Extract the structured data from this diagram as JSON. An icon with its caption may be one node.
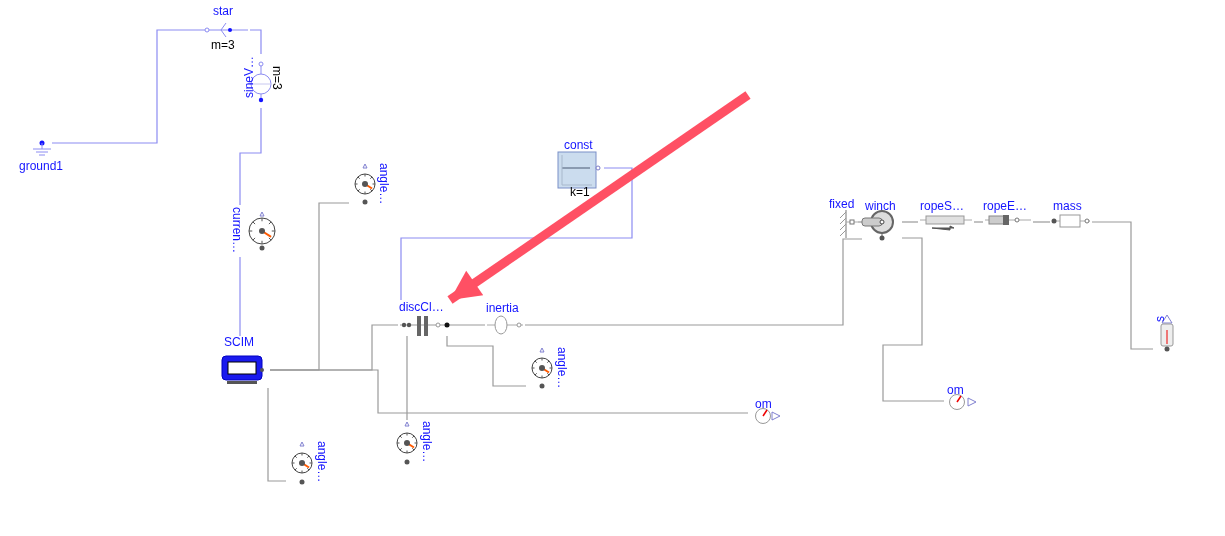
{
  "diagram": {
    "nodes": [
      {
        "text": [
          "star",
          "m=3"
        ]
      },
      {
        "text": [
          "sineV…",
          "m=3"
        ]
      },
      {
        "text": [
          "ground1"
        ]
      },
      {
        "text": [
          "curren…"
        ]
      },
      {
        "text": [
          "angle…"
        ]
      },
      {
        "text": [
          "const",
          "k=1"
        ]
      },
      {
        "text": [
          "SCIM"
        ]
      },
      {
        "text": [
          "discCl…"
        ]
      },
      {
        "text": [
          "inertia"
        ]
      },
      {
        "text": [
          "angle…"
        ]
      },
      {
        "text": [
          "angle…"
        ]
      },
      {
        "text": [
          "om"
        ]
      },
      {
        "text": [
          "angle…"
        ]
      },
      {
        "text": [
          "fixed"
        ]
      },
      {
        "text": [
          "winch"
        ]
      },
      {
        "text": [
          "ropeS…"
        ]
      },
      {
        "text": [
          "ropeE…"
        ]
      },
      {
        "text": [
          "mass"
        ]
      },
      {
        "text": [
          "s"
        ]
      },
      {
        "text": [
          "om"
        ]
      }
    ],
    "edges": [
      {
        "from": 2,
        "to": 0,
        "arrow": "none",
        "color": "#8c8cf2"
      },
      {
        "from": 0,
        "to": 1,
        "arrow": "none",
        "color": "#8c8cf2"
      },
      {
        "from": 1,
        "to": 3,
        "arrow": "none",
        "color": "#8c8cf2"
      },
      {
        "from": 3,
        "to": 6,
        "arrow": "none",
        "color": "#8c8cf2"
      },
      {
        "from": 5,
        "to": 7,
        "arrow": "none",
        "color": "#8c8cf2"
      },
      {
        "from": 6,
        "to": 4,
        "arrow": "none"
      },
      {
        "from": 6,
        "to": 7,
        "arrow": "none"
      },
      {
        "from": 6,
        "to": 11,
        "arrow": "none"
      },
      {
        "from": 6,
        "to": 12,
        "arrow": "none"
      },
      {
        "from": 7,
        "to": 10,
        "arrow": "none"
      },
      {
        "from": 7,
        "to": 8,
        "arrow": "none"
      },
      {
        "from": 7,
        "to": 9,
        "arrow": "none"
      },
      {
        "from": 8,
        "to": 14,
        "arrow": "none"
      },
      {
        "from": 14,
        "to": 19,
        "arrow": "none"
      },
      {
        "from": 13,
        "to": 14,
        "arrow": "none"
      },
      {
        "from": 14,
        "to": 15,
        "arrow": "none"
      },
      {
        "from": 15,
        "to": 16,
        "arrow": "none"
      },
      {
        "from": 16,
        "to": 17,
        "arrow": "none"
      },
      {
        "from": 17,
        "to": 18,
        "arrow": "none"
      },
      {
        "from": null,
        "to": 7,
        "arrow": "to",
        "style": "thick",
        "color": "#ff5064"
      }
    ]
  }
}
